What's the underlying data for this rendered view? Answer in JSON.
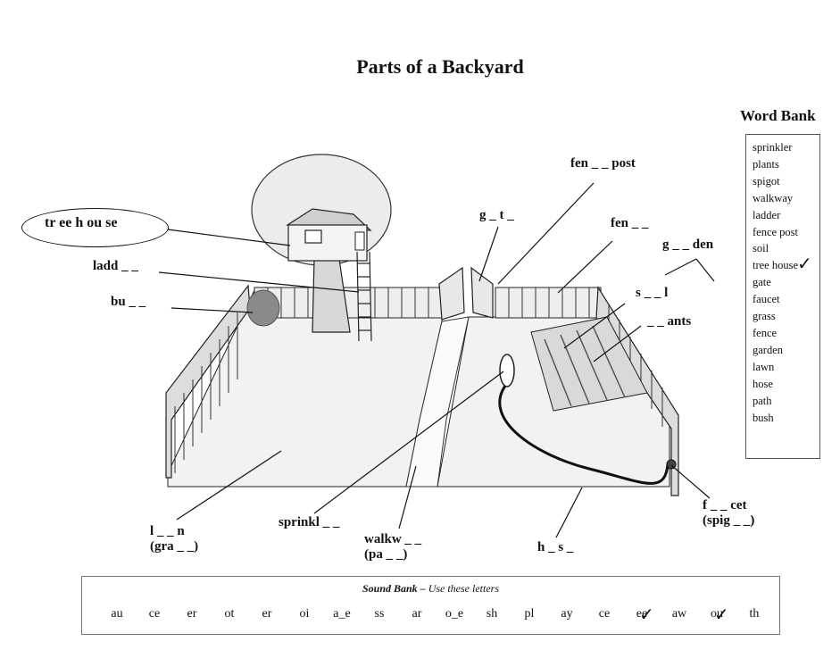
{
  "title": "Parts of a Backyard",
  "labels": {
    "treehouse": "tr ee h ou se",
    "ladder": "ladd _ _",
    "bush": "bu _ _",
    "gate": "g _ t _",
    "fence_post": "fen _ _ post",
    "fence": "fen _ _",
    "garden": "g _ _ den",
    "soil": "s _ _ l",
    "plants": "_ _ ants",
    "lawn": "l _ _ n",
    "grass": "(gra _ _)",
    "sprinkler": "sprinkl _ _",
    "walkway": "walkw _ _",
    "path": "(pa _ _)",
    "hose": "h _ s _",
    "faucet": "f _ _ cet",
    "spigot": "(spig _ _)"
  },
  "word_bank": {
    "title": "Word Bank",
    "items": [
      "sprinkler",
      "plants",
      "spigot",
      "walkway",
      "ladder",
      "fence post",
      "soil",
      "tree house",
      "gate",
      "faucet",
      "grass",
      "fence",
      "garden",
      "lawn",
      "hose",
      "path",
      "bush"
    ]
  },
  "sound_bank": {
    "title": "Sound Bank –",
    "subtitle": "Use these letters",
    "letters": [
      "au",
      "ce",
      "er",
      "ot",
      "er",
      "oi",
      "a_e",
      "ss",
      "ar",
      "o_e",
      "sh",
      "pl",
      "ay",
      "ce",
      "ee",
      "aw",
      "ou",
      "th"
    ]
  }
}
